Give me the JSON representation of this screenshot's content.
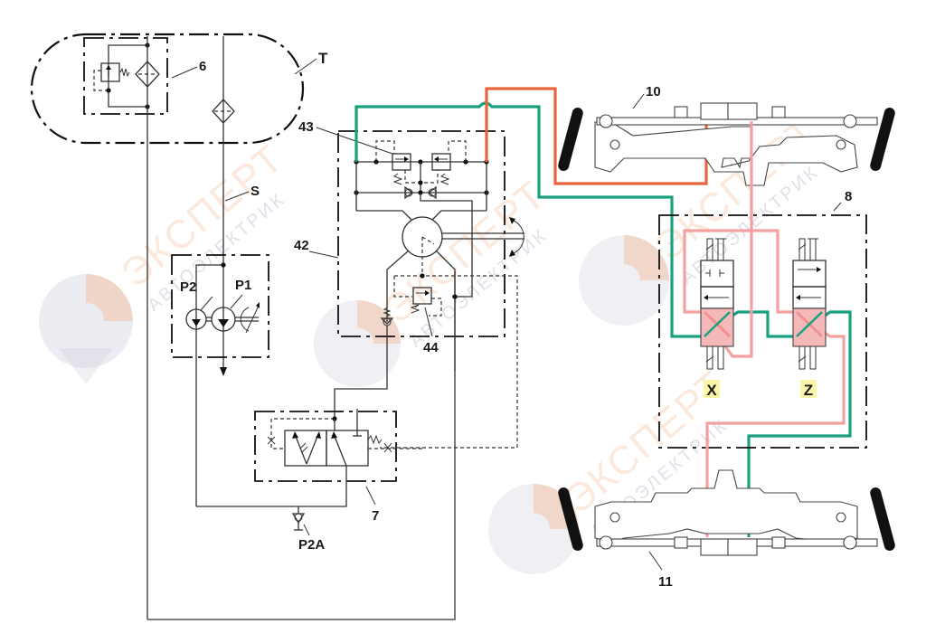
{
  "diagram": {
    "labels": {
      "tank": "T",
      "filter_block": "6",
      "suction_line": "S",
      "pump_secondary": "P2",
      "pump_primary": "P1",
      "steering_unit": "42",
      "shock_valve_block": "43",
      "relief_valve": "44",
      "priority_valve": "7",
      "test_port": "P2A",
      "front_axle": "10",
      "rear_axle": "11",
      "steering_mode_block": "8",
      "valve_x": "X",
      "valve_z": "Z"
    },
    "watermark": {
      "brand": "ЭКСПЕРТ",
      "sub": "АВТОЭЛЕКТРИК"
    },
    "colors": {
      "line_green": "#1aa07c",
      "line_orange": "#e8643c",
      "line_pink": "#f3a0a0",
      "valve_fill": "#f6b9b9",
      "label_highlight": "#fbf5a8",
      "watermark_orange": "#f6b48a",
      "watermark_blue": "#b9bccf"
    }
  }
}
